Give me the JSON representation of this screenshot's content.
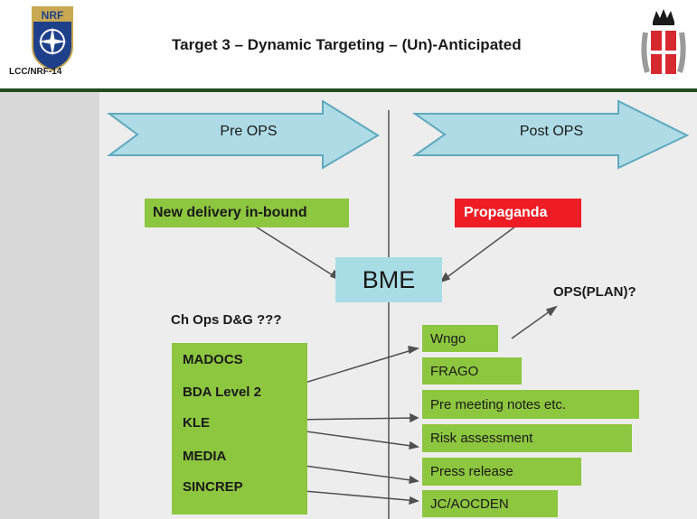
{
  "header": {
    "left_logo_label": "NRF",
    "left_logo_caption": "LCC/NRF-14",
    "title": "Target 3 – Dynamic Targeting – (Un)-Anticipated",
    "right_logo": "royal-crest-icon"
  },
  "phases": {
    "pre": "Pre OPS",
    "post": "Post OPS"
  },
  "inputs": {
    "new_delivery": "New delivery in-bound",
    "propaganda": "Propaganda"
  },
  "center": {
    "bme": "BME",
    "ops_plan": "OPS(PLAN)?"
  },
  "chops": {
    "label": "Ch Ops D&G ???",
    "items": [
      "MADOCS",
      "BDA Level 2",
      "KLE",
      "MEDIA",
      "SINCREP"
    ]
  },
  "outputs": [
    "Wngo",
    "FRAGO",
    "Pre meeting notes etc.",
    "Risk assessment",
    "Press release",
    "JC/AOCDEN"
  ],
  "colors": {
    "green": "#8dc63f",
    "red": "#ee1c25",
    "bme_box": "#a9dde6",
    "arrow_fill": "#aedbe6",
    "divider": "#1f4d1f"
  }
}
